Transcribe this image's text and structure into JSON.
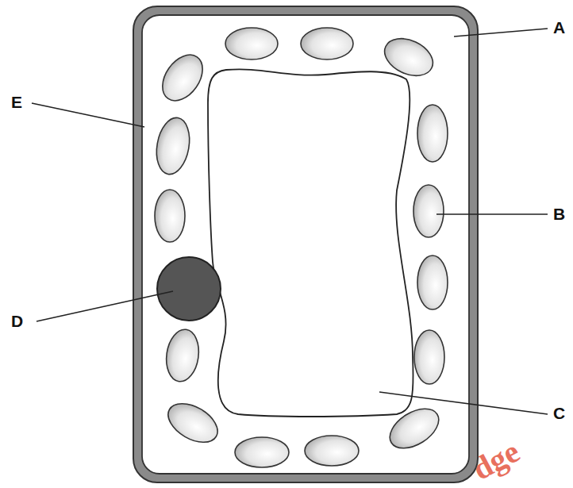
{
  "diagram": {
    "labels": [
      "A",
      "E",
      "B",
      "D",
      "C",
      "dge"
    ]
  }
}
